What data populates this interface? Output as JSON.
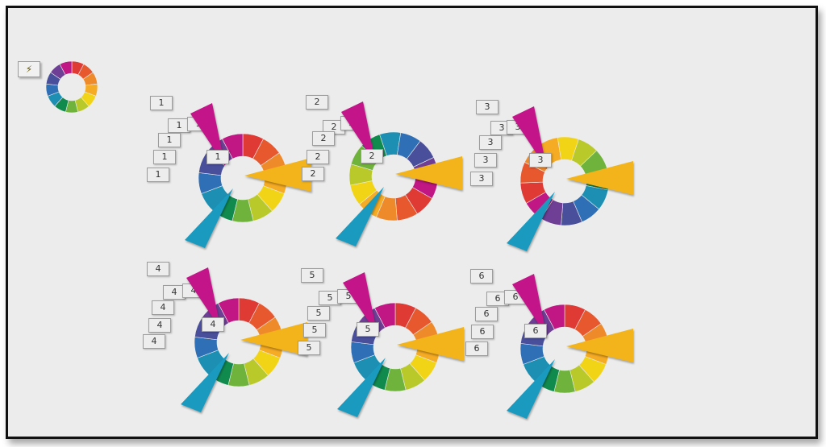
{
  "toolbar": {
    "tool_icon": "lightning-tool-icon"
  },
  "palette": {
    "red": "#e03a35",
    "orange_red": "#e8582e",
    "orange": "#ef8a2a",
    "amber": "#f5ab23",
    "yellow": "#f2d417",
    "yellow_green": "#b9c92a",
    "green": "#6fb33c",
    "dark_green": "#118a4e",
    "teal": "#1c8fb2",
    "blue": "#2f6fb5",
    "indigo": "#4a4f9c",
    "violet": "#6e3f94",
    "magenta": "#c01784",
    "pointer_magenta": "#c4148a",
    "pointer_yellow": "#f2b41a",
    "pointer_teal": "#1b9ac0"
  },
  "wheels": [
    {
      "label": "1",
      "rotation": 0
    },
    {
      "label": "2",
      "rotation": 120
    },
    {
      "label": "3",
      "rotation": 240
    },
    {
      "label": "4",
      "rotation": 0
    },
    {
      "label": "5",
      "rotation": 0
    },
    {
      "label": "6",
      "rotation": 0
    }
  ]
}
